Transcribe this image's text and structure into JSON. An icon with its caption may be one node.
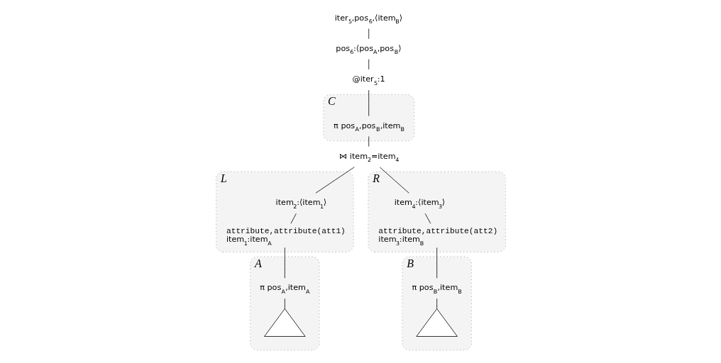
{
  "diagram": {
    "nodes": [
      {
        "text": [
          "iter$_{5}$,pos$_{6}$,⟨item$_{B}$⟩"
        ]
      },
      {
        "text": [
          "pos$_{6}$:⟨pos$_{A}$,pos$_{B}$⟩"
        ]
      },
      {
        "text": [
          "@iter$_{5}$:1"
        ]
      },
      {
        "text": [
          "C"
        ]
      },
      {
        "text": [
          "π pos$_{A}$,pos$_{B}$,item$_{B}$"
        ],
        "in": 3
      },
      {
        "text": [
          "⋈ item$_{2}$=item$_{4}$"
        ]
      },
      {
        "text": [
          "L"
        ]
      },
      {
        "text": [
          "item$_{2}$:⟨item$_{1}$⟩"
        ],
        "in": 6
      },
      {
        "text": [
          "attribute,attribute(att1)",
          "item$_{1}$:item$_{A}$"
        ],
        "in": 6
      },
      {
        "text": [
          "R"
        ]
      },
      {
        "text": [
          "item$_{4}$:⟨item$_{3}$⟩"
        ],
        "in": 9
      },
      {
        "text": [
          "attribute,attribute(att2)",
          "item$_{3}$:item$_{B}$"
        ],
        "in": 9
      },
      {
        "text": [
          "A"
        ]
      },
      {
        "text": [
          "π pos$_{A}$,item$_{A}$"
        ],
        "in": 12
      },
      {
        "text": [],
        "shape": "triangle",
        "in": 12
      },
      {
        "text": [
          "B"
        ]
      },
      {
        "text": [
          "π pos$_{B}$,item$_{B}$"
        ],
        "in": 15
      },
      {
        "text": [],
        "shape": "triangle",
        "in": 15
      }
    ],
    "edges": [
      {
        "from": 0,
        "to": 1,
        "arrow": "none"
      },
      {
        "from": 1,
        "to": 2,
        "arrow": "none"
      },
      {
        "from": 2,
        "to": 4,
        "arrow": "none"
      },
      {
        "from": 4,
        "to": 5,
        "arrow": "none"
      },
      {
        "from": 5,
        "to": 7,
        "arrow": "none"
      },
      {
        "from": 5,
        "to": 10,
        "arrow": "none"
      },
      {
        "from": 7,
        "to": 8,
        "arrow": "none"
      },
      {
        "from": 10,
        "to": 11,
        "arrow": "none"
      },
      {
        "from": 8,
        "to": 13,
        "arrow": "none"
      },
      {
        "from": 11,
        "to": 16,
        "arrow": "none"
      },
      {
        "from": 13,
        "to": 14,
        "arrow": "none"
      },
      {
        "from": 16,
        "to": 17,
        "arrow": "none"
      }
    ]
  }
}
